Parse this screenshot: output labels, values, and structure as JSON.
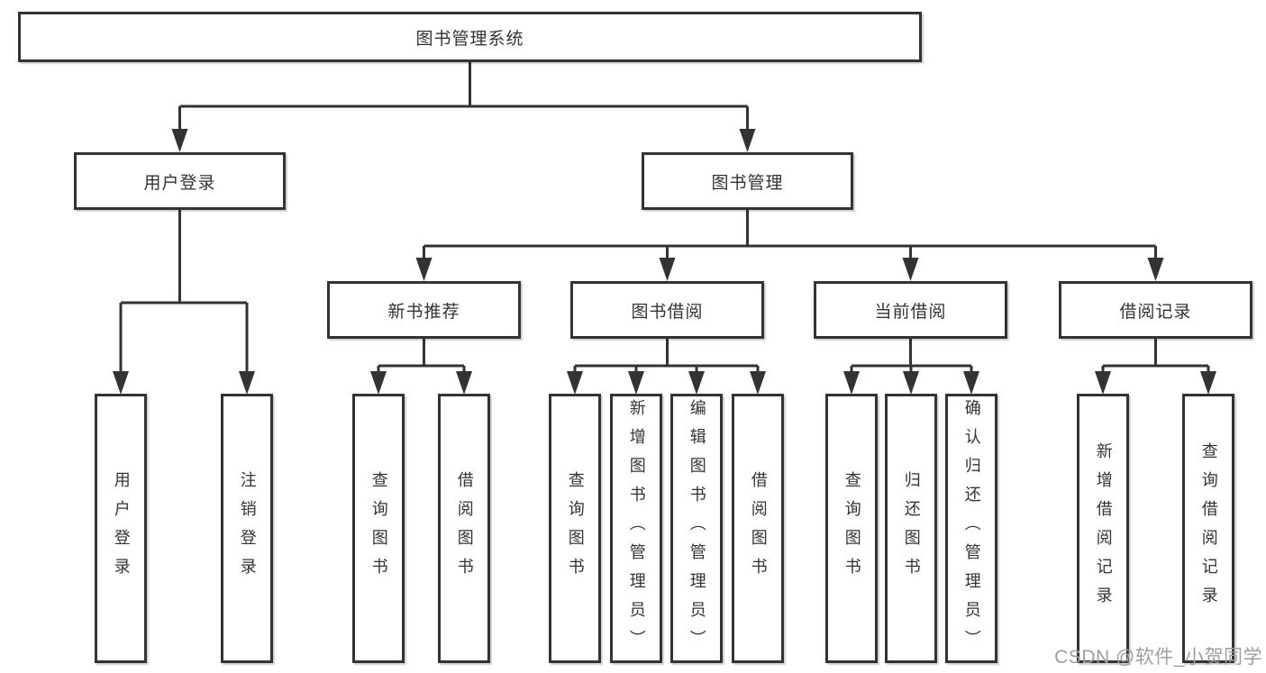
{
  "diagram": {
    "root": {
      "label": "图书管理系统"
    },
    "level1": [
      {
        "label": "用户登录",
        "children": [
          {
            "label": "用户登录"
          },
          {
            "label": "注销登录"
          }
        ]
      },
      {
        "label": "图书管理",
        "children": [
          {
            "label": "新书推荐",
            "children": [
              {
                "label": "查询图书"
              },
              {
                "label": "借阅图书"
              }
            ]
          },
          {
            "label": "图书借阅",
            "children": [
              {
                "label": "查询图书"
              },
              {
                "label": "新增图书（管理员）"
              },
              {
                "label": "编辑图书（管理员）"
              },
              {
                "label": "借阅图书"
              }
            ]
          },
          {
            "label": "当前借阅",
            "children": [
              {
                "label": "查询图书"
              },
              {
                "label": "归还图书"
              },
              {
                "label": "确认归还（管理员）"
              }
            ]
          },
          {
            "label": "借阅记录",
            "children": [
              {
                "label": "新增借阅记录"
              },
              {
                "label": "查询借阅记录"
              }
            ]
          }
        ]
      }
    ]
  },
  "watermark": {
    "text": "CSDN @软件_小贺同学"
  },
  "colors": {
    "line": "#333333",
    "box_border": "#333333",
    "text": "#333333",
    "watermark": "#9e9e9e",
    "background": "#ffffff"
  }
}
